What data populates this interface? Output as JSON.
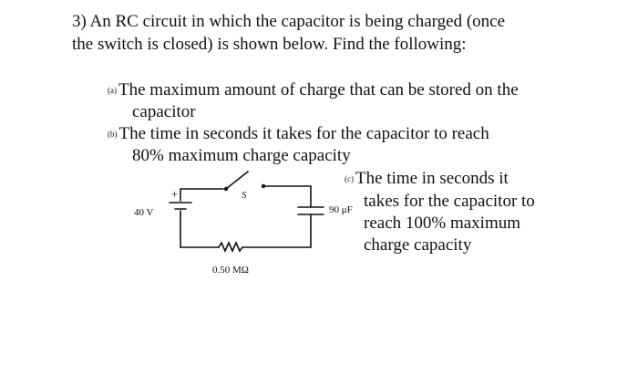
{
  "problem": {
    "heading_line1": "3) An RC circuit in which the capacitor is being charged (once",
    "heading_line2": "the switch is closed) is shown below. Find the following:",
    "part_a": {
      "tag": "(a)",
      "line1": "The maximum amount of charge that can be stored on the",
      "line2": "capacitor"
    },
    "part_b": {
      "tag": "(b)",
      "line1": "The time in seconds it takes for the capacitor to reach",
      "line2": "80% maximum charge capacity"
    },
    "part_c": {
      "tag": "(c)",
      "line1": "The time in seconds it",
      "line2": "takes for the capacitor to",
      "line3": "reach 100% maximum",
      "line4": "charge capacity"
    }
  },
  "circuit": {
    "voltage_label": "40 V",
    "switch_label": "S",
    "capacitance_label": "90 μF",
    "resistance_label": "0.50 MΩ",
    "battery_plus": "+"
  }
}
